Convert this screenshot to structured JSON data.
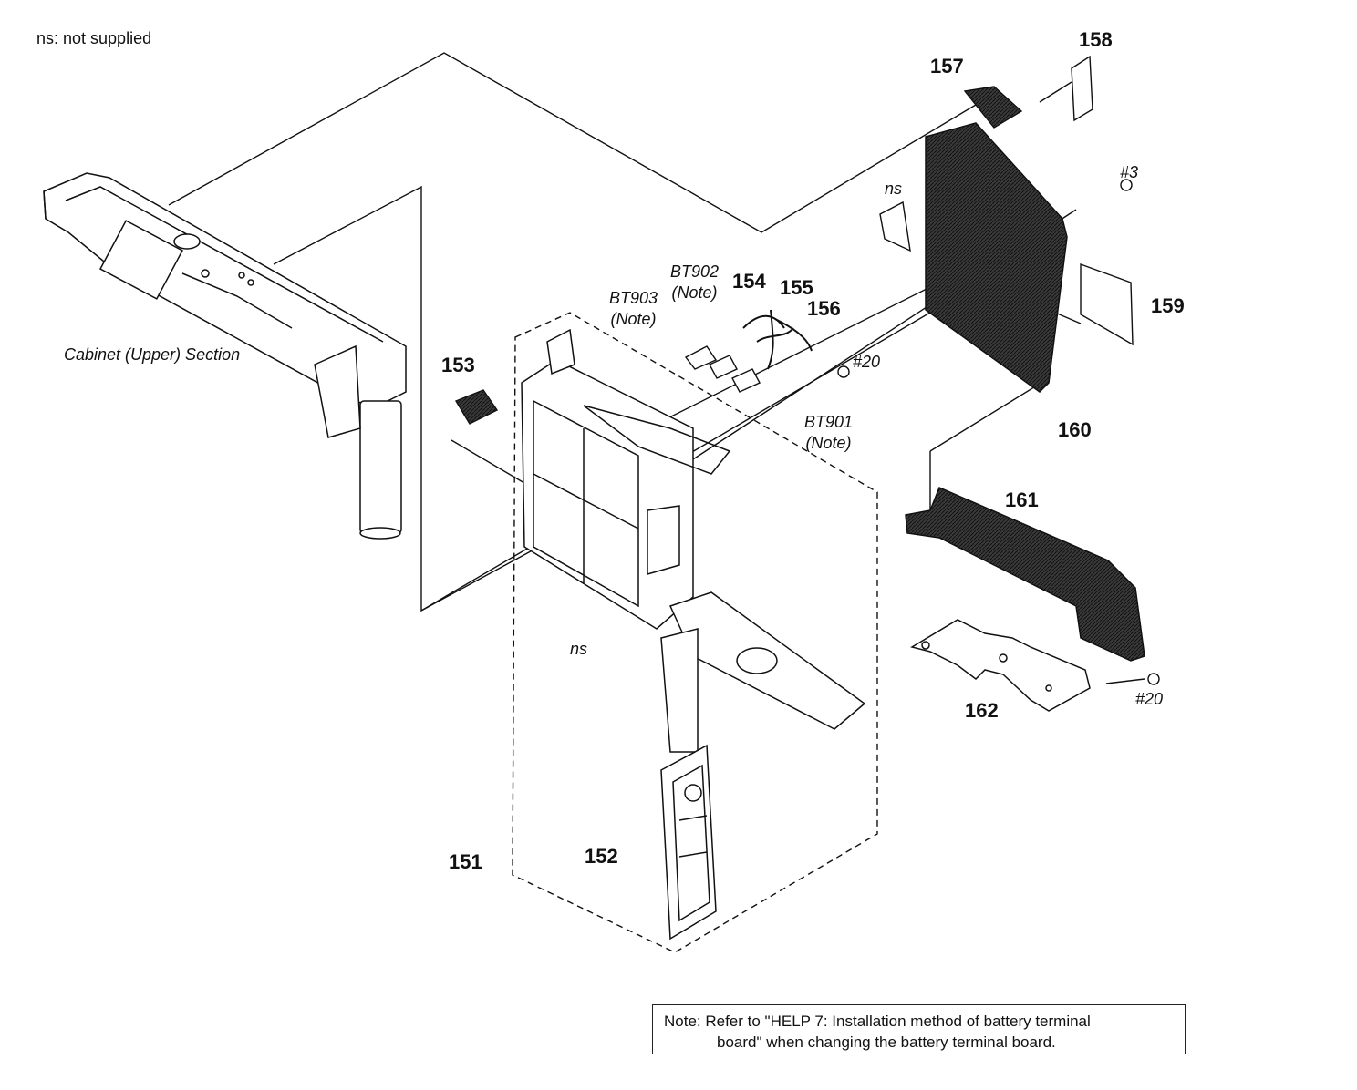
{
  "legend": "ns: not supplied",
  "labels": {
    "p151": "151",
    "p152": "152",
    "p153": "153",
    "p154": "154",
    "p155": "155",
    "p156": "156",
    "p157": "157",
    "p158": "158",
    "p159": "159",
    "p160": "160",
    "p161": "161",
    "p162": "162",
    "cabinet": "Cabinet (Upper) Section",
    "bt901": "BT901",
    "bt902": "BT902",
    "bt903": "BT903",
    "note_paren": "(Note)",
    "ns": "ns",
    "screw_3": "#3",
    "screw_20": "#20"
  },
  "note": {
    "line1": "Note:  Refer to \"HELP 7: Installation method of battery terminal",
    "line2": "board\" when changing the battery terminal board."
  },
  "colors": {
    "ink": "#111111",
    "shade": "#3a3a3a",
    "background": "#ffffff"
  }
}
